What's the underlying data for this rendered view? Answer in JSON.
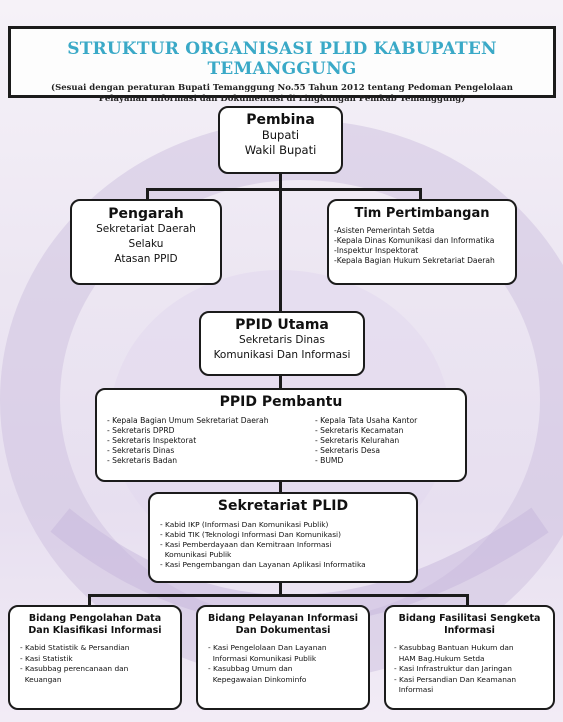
{
  "title": {
    "main": "STRUKTUR ORGANISASI PLID KABUPATEN TEMANGGUNG",
    "sub_line1": "(Sesuai dengan peraturan Bupati Temanggung No.55 Tahun 2012 tentang Pedoman Pengelolaan",
    "sub_line2": "Pelayanan Informasi dan Dokumentasi di Lingkungan Pemkab Temanggung)"
  },
  "pembina": {
    "heading": "Pembina",
    "lines": [
      "Bupati",
      "Wakil Bupati"
    ]
  },
  "pengarah": {
    "heading": "Pengarah",
    "lines": [
      "Sekretariat Daerah",
      "Selaku",
      "Atasan PPID"
    ]
  },
  "tim_pertimbangan": {
    "heading": "Tim Pertimbangan",
    "items": [
      "-Asisten Pemerintah Setda",
      "-Kepala Dinas Komunikasi dan Informatika",
      "-Inspektur Inspektorat",
      "-Kepala Bagian Hukum Sekretariat Daerah"
    ]
  },
  "ppid_utama": {
    "heading": "PPID Utama",
    "lines": [
      "Sekretaris Dinas",
      "Komunikasi Dan Informasi"
    ]
  },
  "ppid_pembantu": {
    "heading": "PPID Pembantu",
    "left": [
      "- Kepala Bagian Umum Sekretariat Daerah",
      "- Sekretaris DPRD",
      "- Sekretaris Inspektorat",
      "- Sekretaris Dinas",
      "- Sekretaris Badan"
    ],
    "right": [
      "- Kepala Tata Usaha Kantor",
      "- Sekretaris Kecamatan",
      "- Sekretaris Kelurahan",
      "- Sekretaris Desa",
      "- BUMD"
    ]
  },
  "sekretariat": {
    "heading": "Sekretariat PLID",
    "items": [
      "- Kabid IKP (Informasi Dan Komunikasi Publik)",
      "- Kabid TIK (Teknologi Informasi Dan Komunikasi)",
      "- Kasi Pemberdayaan dan Kemitraan Informasi",
      "  Komunikasi Publik",
      "- Kasi Pengembangan dan Layanan Aplikasi Informatika"
    ]
  },
  "bidang1": {
    "heading_line1": "Bidang Pengolahan Data",
    "heading_line2": "Dan Klasifikasi Informasi",
    "items": [
      "- Kabid Statistik & Persandian",
      "- Kasi Statistik",
      "- Kasubbag perencanaan dan",
      "  Keuangan"
    ]
  },
  "bidang2": {
    "heading_line1": "Bidang Pelayanan Informasi",
    "heading_line2": "Dan Dokumentasi",
    "items": [
      "- Kasi Pengelolaan Dan Layanan",
      "  Informasi Komunikasi Publik",
      "- Kasubbag Umum dan",
      "  Kepegawaian Dinkominfo"
    ]
  },
  "bidang3": {
    "heading_line1": "Bidang Fasilitasi Sengketa",
    "heading_line2": "Informasi",
    "items": [
      "- Kasubbag Bantuan Hukum dan",
      "  HAM Bag.Hukum Setda",
      "- Kasi Infrastruktur dan Jaringan",
      "- Kasi Persandian Dan Keamanan",
      "  Informasi"
    ]
  },
  "colors": {
    "title_blue": "#3aa9c7",
    "border": "#1b1b1b",
    "swirl": "#b9a8d2"
  }
}
